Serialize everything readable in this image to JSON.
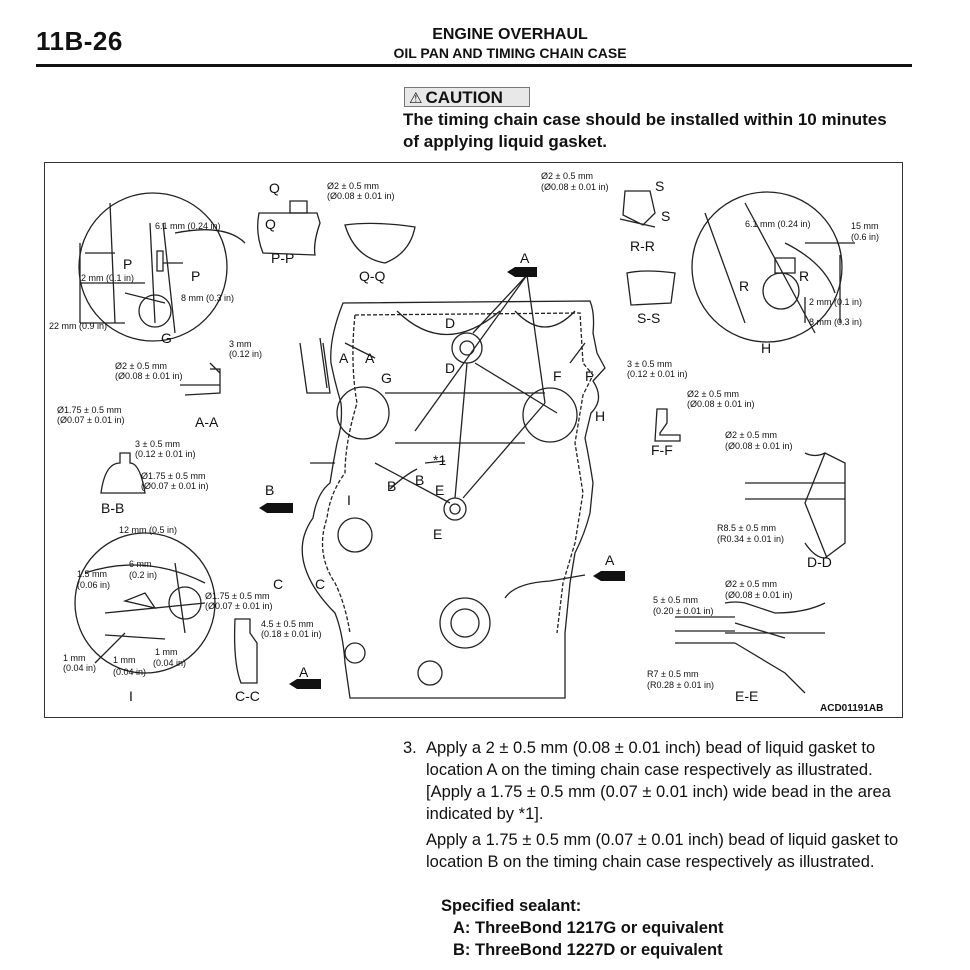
{
  "header": {
    "page_number": "11B-26",
    "title": "ENGINE OVERHAUL",
    "subtitle": "OIL PAN AND TIMING CHAIN CASE"
  },
  "caution": {
    "label": "CAUTION",
    "text": "The timing chain case should be installed within 10 minutes of applying liquid gasket."
  },
  "figure": {
    "code": "ACD01191AB",
    "section_labels": {
      "pp": "P-P",
      "qq": "Q-Q",
      "rr": "R-R",
      "ss": "S-S",
      "aa": "A-A",
      "bb": "B-B",
      "cc": "C-C",
      "dd": "D-D",
      "ee": "E-E",
      "ff": "F-F",
      "g": "G",
      "h": "H",
      "i": "I"
    },
    "letters": {
      "a": "A",
      "b": "B",
      "c": "C",
      "d": "D",
      "e": "E",
      "f": "F",
      "g": "G",
      "h": "H",
      "i": "I",
      "p": "P",
      "q": "Q",
      "r": "R",
      "s": "S",
      "star1": "*1"
    },
    "dims": {
      "g_61": "6.1 mm (0.24 in)",
      "g_2": "2 mm (0.1 in)",
      "g_8": "8 mm (0.3 in)",
      "g_22": "22 mm (0.9 in)",
      "pp_d2": "Ø2 ± 0.5 mm",
      "pp_d2in": "(Ø0.08 ± 0.01 in)",
      "rr_d2": "Ø2 ± 0.5 mm",
      "rr_d2in": "(Ø0.08 ± 0.01 in)",
      "h_61": "6.1 mm (0.24 in)",
      "h_15": "15 mm",
      "h_15in": "(0.6 in)",
      "h_2": "2 mm (0.1 in)",
      "h_8": "8 mm (0.3 in)",
      "aa_3": "3 mm",
      "aa_3in": "(0.12 in)",
      "aa_d2": "Ø2 ± 0.5 mm",
      "aa_d2in": "(Ø0.08 ± 0.01 in)",
      "bb_d175": "Ø1.75 ± 0.5 mm",
      "bb_d175in": "(Ø0.07 ± 0.01 in)",
      "bb_3": "3 ± 0.5 mm",
      "bb_3in": "(0.12 ± 0.01 in)",
      "bb_d175b": "Ø1.75 ± 0.5 mm",
      "bb_d175bin": "(Ø0.07 ± 0.01 in)",
      "i_12": "12 mm (0.5 in)",
      "i_6": "6 mm",
      "i_6in": "(0.2 in)",
      "i_15": "1.5 mm",
      "i_15in": "(0.06 in)",
      "i_1a": "1 mm",
      "i_1ain": "(0.04 in)",
      "i_1b": "1 mm",
      "i_1bin": "(0.04 in)",
      "i_1c": "1 mm",
      "i_1cin": "(0.04 in)",
      "cc_d175": "Ø1.75 ± 0.5 mm",
      "cc_d175in": "(Ø0.07 ± 0.01 in)",
      "cc_45": "4.5 ± 0.5 mm",
      "cc_45in": "(0.18 ± 0.01 in)",
      "ff_3": "3 ± 0.5 mm",
      "ff_3in": "(0.12 ± 0.01 in)",
      "ff_d2": "Ø2 ± 0.5 mm",
      "ff_d2in": "(Ø0.08 ± 0.01 in)",
      "dd_d2": "Ø2 ± 0.5 mm",
      "dd_d2in": "(Ø0.08 ± 0.01 in)",
      "dd_r85": "R8.5 ± 0.5 mm",
      "dd_r85in": "(R0.34 ± 0.01 in)",
      "ee_d2": "Ø2 ± 0.5 mm",
      "ee_d2in": "(Ø0.08 ± 0.01 in)",
      "ee_5": "5 ± 0.5 mm",
      "ee_5in": "(0.20 ± 0.01 in)",
      "ee_r7": "R7 ± 0.5 mm",
      "ee_r7in": "(R0.28 ± 0.01 in)"
    }
  },
  "step3": {
    "number": "3.",
    "para1": "Apply a 2 ± 0.5 mm (0.08 ± 0.01 inch) bead of liquid gasket to location A on the timing chain case respectively as illustrated. [Apply a 1.75 ± 0.5 mm (0.07 ± 0.01 inch) wide bead in the area indicated by *1].",
    "para2": "Apply a 1.75 ± 0.5 mm (0.07 ± 0.01 inch) bead of liquid gasket to location B on the timing chain case respectively as illustrated."
  },
  "sealant": {
    "heading": "Specified sealant:",
    "item_a": "A: ThreeBond 1217G or equivalent",
    "item_b": "B: ThreeBond 1227D or equivalent"
  }
}
